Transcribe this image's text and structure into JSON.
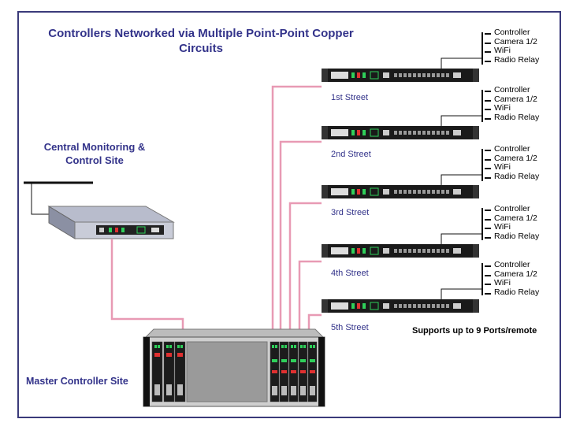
{
  "title": "Controllers Networked via Multiple Point-Point Copper Circuits",
  "central_site": "Central Monitoring & Control Site",
  "master_site": "Master Controller Site",
  "supports_note": "Supports up to 9 Ports/remote",
  "streets": [
    {
      "label": "1st Street",
      "devices": [
        "Controller",
        "Camera 1/2",
        "WiFi",
        "Radio Relay"
      ]
    },
    {
      "label": "2nd Street",
      "devices": [
        "Controller",
        "Camera 1/2",
        "WiFi",
        "Radio Relay"
      ]
    },
    {
      "label": "3rd Street",
      "devices": [
        "Controller",
        "Camera 1/2",
        "WiFi",
        "Radio Relay"
      ]
    },
    {
      "label": "4th Street",
      "devices": [
        "Controller",
        "Camera 1/2",
        "WiFi",
        "Radio Relay"
      ]
    },
    {
      "label": "5th Street",
      "devices": [
        "Controller",
        "Camera 1/2",
        "WiFi",
        "Radio Relay"
      ]
    }
  ],
  "colors": {
    "cable": "#e89ab4",
    "title": "#33338a",
    "frame": "#3a3a7a",
    "unit_body": "#1a1a1a",
    "led_green": "#2fd05a",
    "led_red": "#e03030"
  }
}
